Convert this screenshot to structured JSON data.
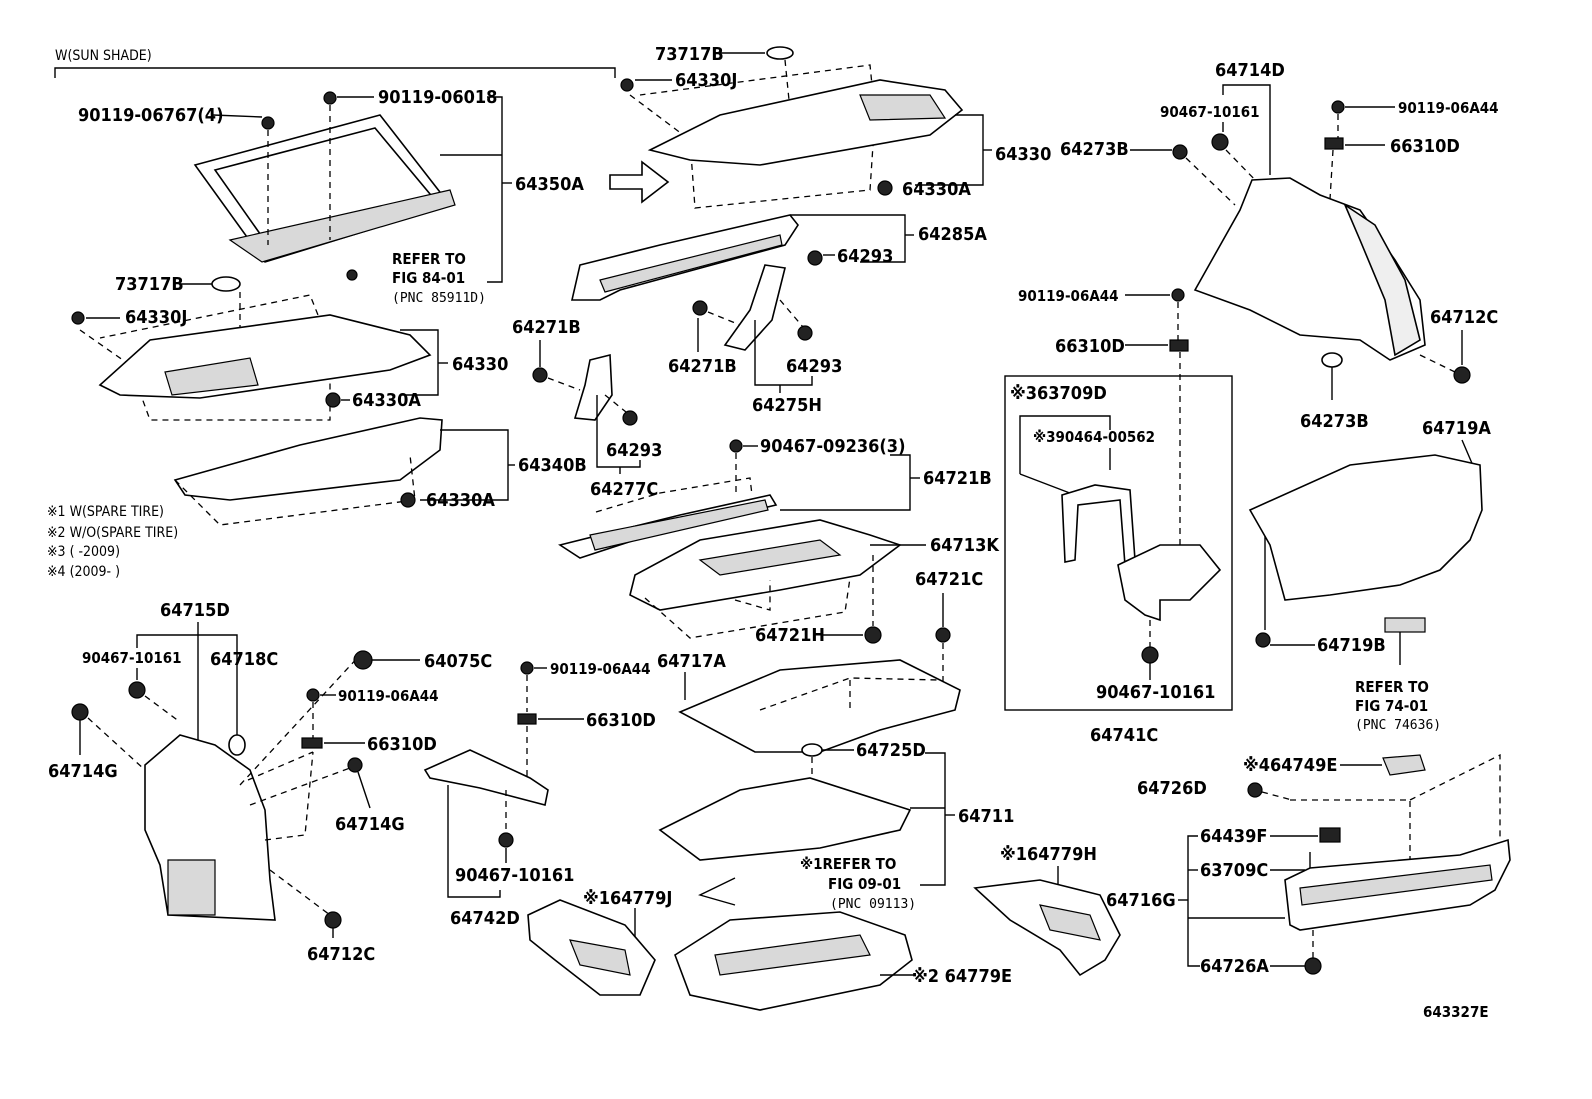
{
  "diagram": {
    "figure_code": "643327E",
    "header_note": "W(SUN SHADE)",
    "legend": [
      "※1 W(SPARE TIRE)",
      "※2 W/O(SPARE TIRE)",
      "※3 (      -2009)",
      "※4 (2009-      )"
    ],
    "refer_notes": {
      "fig_84": {
        "line1": "REFER TO",
        "line2": "FIG 84-01",
        "line3": "(PNC 85911D)"
      },
      "fig_74": {
        "line1": "REFER TO",
        "line2": "FIG 74-01",
        "line3": "(PNC 74636)"
      },
      "fig_09": {
        "line1": "※1REFER TO",
        "line2": "FIG 09-01",
        "line3": "(PNC 09113)"
      }
    },
    "labels": {
      "p90119_06767": "90119-06767(4)",
      "p90119_06018": "90119-06018",
      "p64350A": "64350A",
      "p73717B_left": "73717B",
      "p64330J_left": "64330J",
      "p64330_left": "64330",
      "p64330A_left1": "64330A",
      "p64340B": "64340B",
      "p64330A_left2": "64330A",
      "p73717B_top": "73717B",
      "p64330J_top": "64330J",
      "p64330_top": "64330",
      "p64330A_top": "64330A",
      "p64285A": "64285A",
      "p64293_a": "64293",
      "p64271B_a": "64271B",
      "p64271B_b": "64271B",
      "p64293_b": "64293",
      "p64275H": "64275H",
      "p64293_c": "64293",
      "p64277C": "64277C",
      "p90467_09236": "90467-09236(3)",
      "p64721B": "64721B",
      "p64713K": "64713K",
      "p64721C": "64721C",
      "p64721H": "64721H",
      "p64717A": "64717A",
      "p64725D": "64725D",
      "p64711": "64711",
      "p64779J": "※164779J",
      "p64779E": "※2 64779E",
      "p64779H": "※164779H",
      "p64715D": "64715D",
      "p90467_10161_a": "90467-10161",
      "p64718C": "64718C",
      "p64714G_a": "64714G",
      "p64075C": "64075C",
      "p90119_06A44_a": "90119-06A44",
      "p66310D_a": "66310D",
      "p64714G_b": "64714G",
      "p64712C_a": "64712C",
      "p90119_06A44_b": "90119-06A44",
      "p66310D_b": "66310D",
      "p90467_10161_b": "90467-10161",
      "p64742D": "64742D",
      "p64714D": "64714D",
      "p90467_10161_c": "90467-10161",
      "p90119_06A44_c": "90119-06A44",
      "p64273B_a": "64273B",
      "p66310D_c": "66310D",
      "p90119_06A44_d": "90119-06A44",
      "p66310D_d": "66310D",
      "p64712C_b": "64712C",
      "p64273B_b": "64273B",
      "p63709D": "※363709D",
      "p90464_00562": "※390464-00562",
      "p90467_10161_d": "90467-10161",
      "p64741C": "64741C",
      "p64719A": "64719A",
      "p64719B": "64719B",
      "p64749E": "※464749E",
      "p64726D": "64726D",
      "p64439F": "64439F",
      "p63709C": "63709C",
      "p64716G": "64716G",
      "p64726A": "64726A"
    }
  }
}
